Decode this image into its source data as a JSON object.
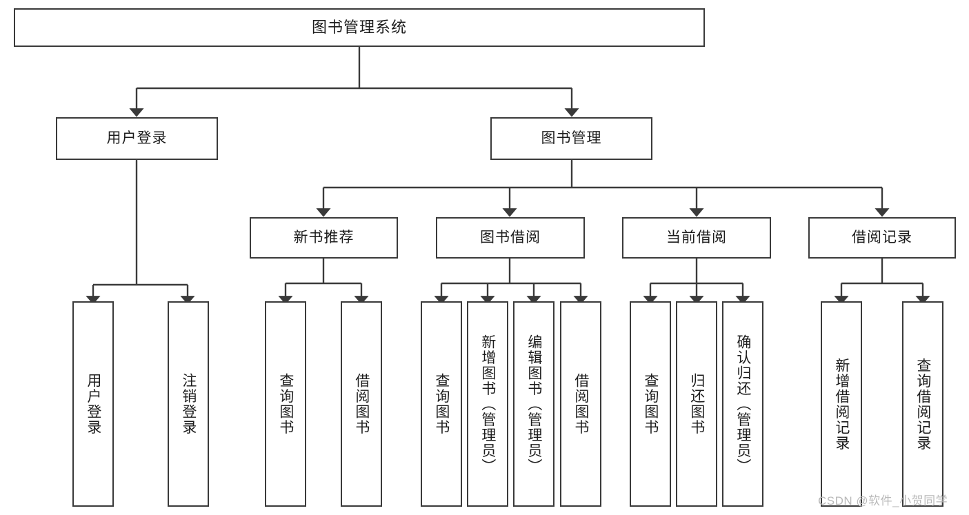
{
  "diagram": {
    "title": "图书管理系统",
    "type": "tree-hierarchy-diagram",
    "colors": {
      "box_border": "#3a3a3a",
      "line": "#3a3a3a",
      "text": "#1d1d1d",
      "background": "#ffffff",
      "watermark": "#b9b9b9"
    },
    "root": {
      "label": "图书管理系统"
    },
    "level2": [
      {
        "label": "用户登录"
      },
      {
        "label": "图书管理"
      }
    ],
    "level3": [
      {
        "label": "新书推荐"
      },
      {
        "label": "图书借阅"
      },
      {
        "label": "当前借阅"
      },
      {
        "label": "借阅记录"
      }
    ],
    "leaves": {
      "user_login": [
        {
          "label": "用户登录"
        },
        {
          "label": "注销登录"
        }
      ],
      "new_book_recommend": [
        {
          "label": "查询图书"
        },
        {
          "label": "借阅图书"
        }
      ],
      "book_borrow": [
        {
          "label": "查询图书"
        },
        {
          "label": "新增图书（管理员）"
        },
        {
          "label": "编辑图书（管理员）"
        },
        {
          "label": "借阅图书"
        }
      ],
      "current_borrow": [
        {
          "label": "查询图书"
        },
        {
          "label": "归还图书"
        },
        {
          "label": "确认归还（管理员）"
        }
      ],
      "borrow_record": [
        {
          "label": "新增借阅记录"
        },
        {
          "label": "查询借阅记录"
        }
      ]
    },
    "watermark": "CSDN @软件_小贺同学"
  }
}
